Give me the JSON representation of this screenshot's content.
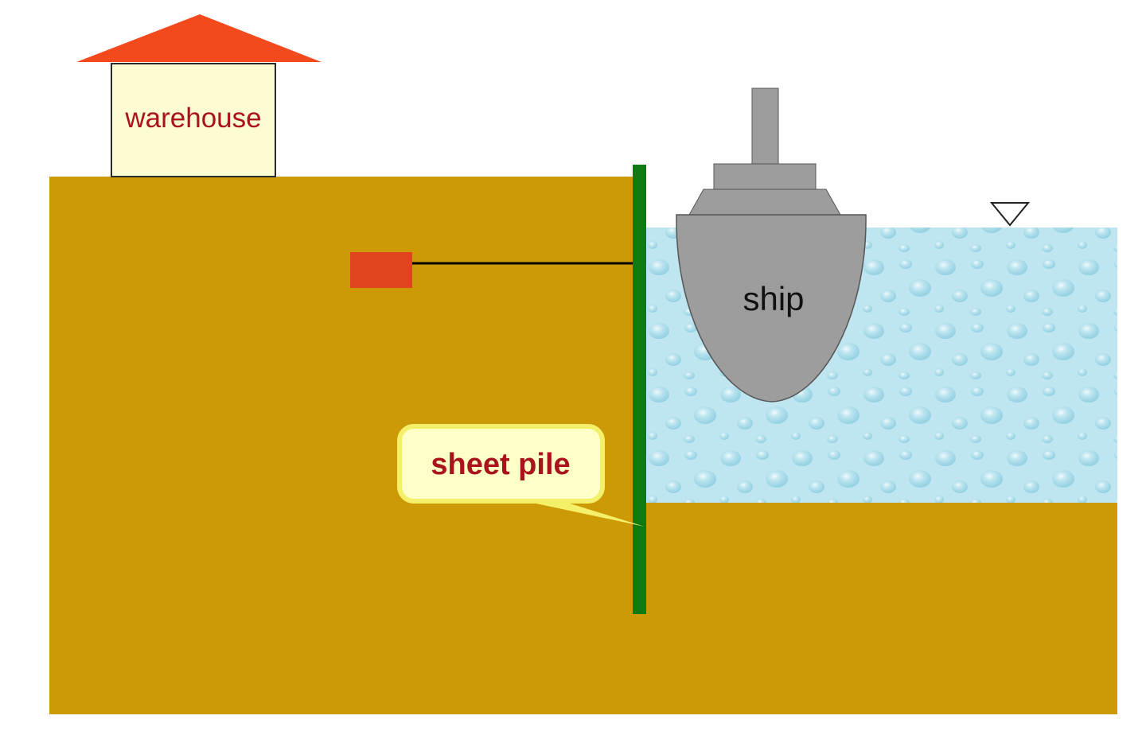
{
  "diagram": {
    "labels": {
      "warehouse": "warehouse",
      "ship": "ship",
      "sheet_pile": "sheet pile"
    },
    "colors": {
      "soil": "#CC9A06",
      "water": "#BFE6F0",
      "roof": "#F24A1C",
      "warehouse_wall": "#FDFBD3",
      "sheet_pile": "#0E7A12",
      "anchor": "#E0441E",
      "ship_hull": "#9D9D9E",
      "callout_fill": "#FFFFC8",
      "callout_border": "#F4F06A",
      "label_text": "#A8131C"
    },
    "elements": [
      "soil",
      "water",
      "warehouse",
      "ship",
      "sheet-pile",
      "anchor",
      "tie-rod",
      "water-level-marker",
      "sheet-pile-callout"
    ]
  }
}
